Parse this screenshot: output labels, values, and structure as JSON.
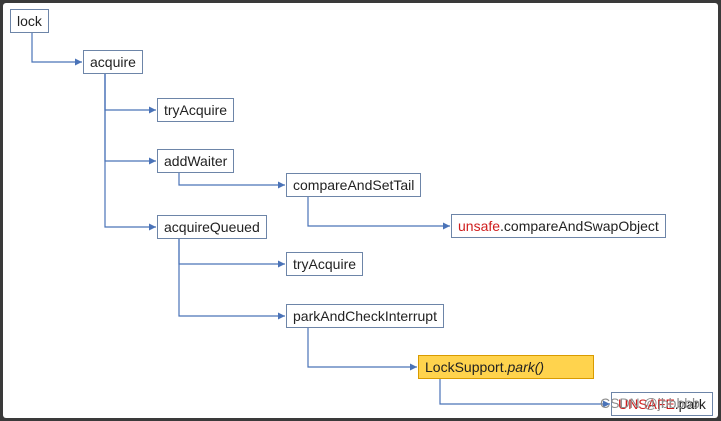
{
  "diagram": {
    "nodes": {
      "lock": "lock",
      "acquire": "acquire",
      "try_acquire_1": "tryAcquire",
      "add_waiter": "addWaiter",
      "compare_and_set_tail": "compareAndSetTail",
      "unsafe_cas": {
        "prefix": "unsafe",
        "suffix": ".compareAndSwapObject"
      },
      "acquire_queued": "acquireQueued",
      "try_acquire_2": "tryAcquire",
      "park_and_check_interrupt": "parkAndCheckInterrupt",
      "lock_support_park": {
        "prefix": "LockSupport.",
        "method": "park()"
      },
      "unsafe_park": {
        "prefix": "UNSAFE",
        "suffix": ".park"
      }
    },
    "edges": [
      [
        "lock",
        "acquire"
      ],
      [
        "acquire",
        "try_acquire_1"
      ],
      [
        "acquire",
        "add_waiter"
      ],
      [
        "acquire",
        "acquire_queued"
      ],
      [
        "add_waiter",
        "compare_and_set_tail"
      ],
      [
        "compare_and_set_tail",
        "unsafe_cas"
      ],
      [
        "acquire_queued",
        "try_acquire_2"
      ],
      [
        "acquire_queued",
        "park_and_check_interrupt"
      ],
      [
        "park_and_check_interrupt",
        "lock_support_park"
      ],
      [
        "lock_support_park",
        "unsafe_park"
      ]
    ],
    "colors": {
      "box_border": "#6d85a8",
      "connector": "#4a73b8",
      "highlight_fill": "#ffd34d",
      "highlight_text_red": "#d01e1e"
    }
  },
  "watermark": "CSDN @jbbbbb"
}
